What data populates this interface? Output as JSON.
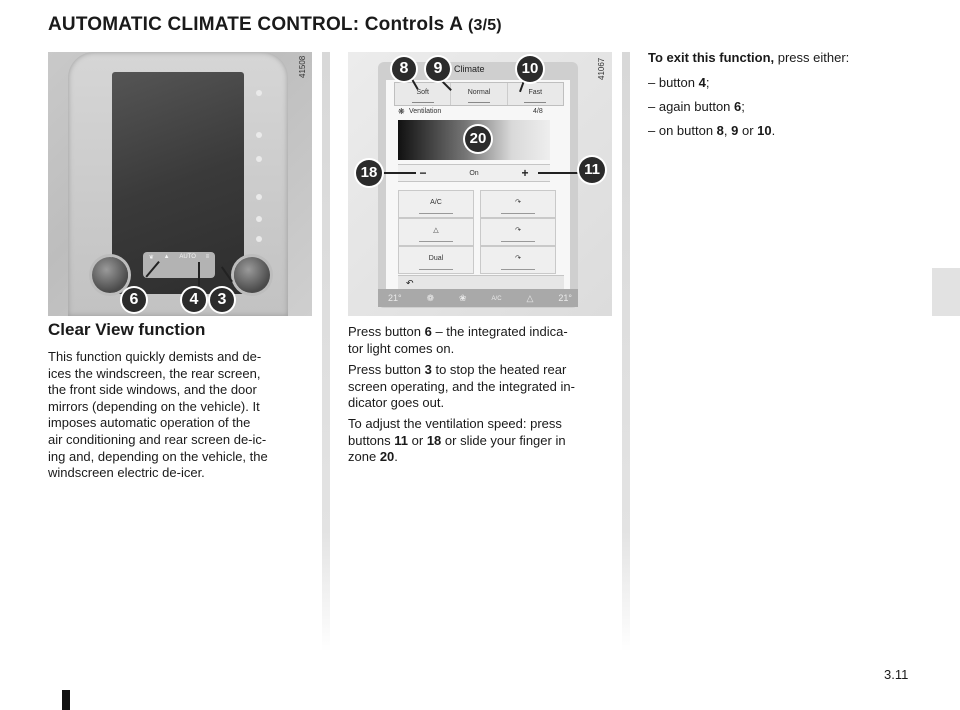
{
  "page": {
    "title_main": "AUTOMATIC CLIMATE CONTROL: Controls A",
    "title_sub": "(3/5)",
    "page_number": "3.11"
  },
  "figure1": {
    "ref": "41508",
    "button_labels": [
      "❦",
      "▲",
      "AUTO",
      "≡"
    ],
    "callouts": [
      "6",
      "4",
      "3"
    ]
  },
  "figure2": {
    "ref": "41067",
    "screen_title": "Climate",
    "modes": [
      "Soft",
      "Normal",
      "Fast"
    ],
    "ventilation_label": "Ventilation",
    "ventilation_value": "4/8",
    "minus": "−",
    "on": "On",
    "plus": "+",
    "tiles_left": [
      "A/C",
      "△",
      "Dual"
    ],
    "tiles_right": [
      "↷",
      "↷",
      "↷"
    ],
    "back": "↶",
    "temp_left": "21°",
    "temp_right": "21°",
    "status_mid": [
      "❁",
      "❀",
      "A/C",
      "△"
    ],
    "callouts": [
      "8",
      "9",
      "10",
      "20",
      "18",
      "11"
    ]
  },
  "col1": {
    "heading": "Clear View function",
    "lines": [
      "This function quickly demists and de-",
      "ices the windscreen, the rear screen,",
      "the front side windows, and the door",
      "mirrors (depending on the vehicle). It",
      "imposes automatic operation of the",
      "air conditioning and rear screen de-ic-",
      "ing and, depending on the vehicle, the",
      "windscreen electric de-icer."
    ]
  },
  "col2": {
    "p1_a": "Press button ",
    "p1_b": "6",
    "p1_c": " – the integrated indica-",
    "p1_d": "tor light comes on.",
    "p2_a": "Press button ",
    "p2_b": "3",
    "p2_c": " to stop the heated rear",
    "p2_d": "screen operating, and the integrated in-",
    "p2_e": "dicator goes out.",
    "p3_a": "To adjust the ventilation speed: press",
    "p3_b": "buttons ",
    "p3_c": "11",
    "p3_d": " or ",
    "p3_e": "18",
    "p3_f": " or slide your finger in",
    "p3_g": "zone ",
    "p3_h": "20",
    "p3_i": "."
  },
  "col3": {
    "intro_bold": "To exit this function,",
    "intro_rest": " press either:",
    "item1_a": "–  button ",
    "item1_b": "4",
    "item1_c": ";",
    "item2_a": "–  again button ",
    "item2_b": "6",
    "item2_c": ";",
    "item3_a": "–  on button ",
    "item3_b": "8",
    "item3_c": ", ",
    "item3_d": "9",
    "item3_e": " or ",
    "item3_f": "10",
    "item3_g": "."
  }
}
